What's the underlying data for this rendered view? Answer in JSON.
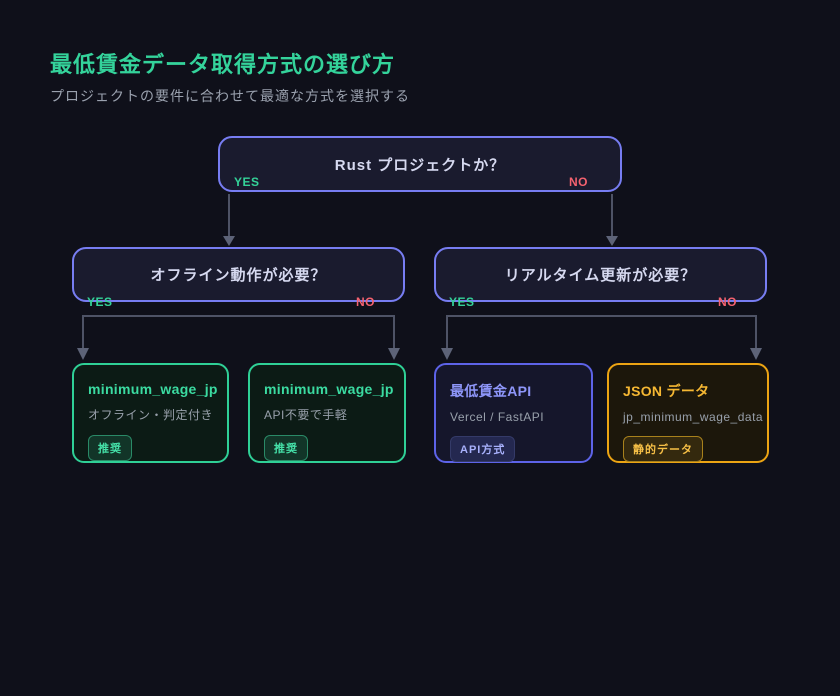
{
  "page": {
    "title": "最低賃金データ取得方式の選び方",
    "subtitle": "プロジェクトの要件に合わせて最適な方式を選択する"
  },
  "colors": {
    "background": "#0f101a",
    "accent_green": "#34d399",
    "accent_indigo": "#777df2",
    "accent_amber": "#eca413",
    "no_red": "#f4626f",
    "muted_text": "#98a0ab",
    "connector_gray": "#4e5366"
  },
  "tree": {
    "root": {
      "question": "Rust プロジェクトか？",
      "yes_label": "YES",
      "no_label": "NO"
    },
    "branches": [
      {
        "question": "オフライン動作が必要？",
        "yes_label": "YES",
        "no_label": "NO"
      },
      {
        "question": "リアルタイム更新が必要？",
        "yes_label": "YES",
        "no_label": "NO"
      }
    ],
    "leaves": [
      {
        "title": "minimum_wage_jp",
        "subtitle": "オフライン・判定付き",
        "badge": "推奨",
        "theme": "green"
      },
      {
        "title": "minimum_wage_jp",
        "subtitle": "API不要で手軽",
        "badge": "推奨",
        "theme": "green"
      },
      {
        "title": "最低賃金API",
        "subtitle": "Vercel / FastAPI",
        "badge": "API方式",
        "theme": "indigo"
      },
      {
        "title": "JSON データ",
        "subtitle": "jp_minimum_wage_data",
        "badge": "静的データ",
        "theme": "amber"
      }
    ]
  }
}
